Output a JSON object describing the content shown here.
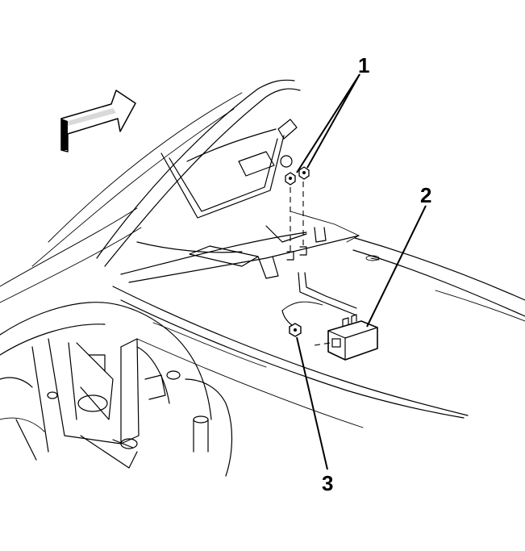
{
  "callouts": {
    "fasteners": {
      "label": "1",
      "icon": "nut-icon"
    },
    "module": {
      "label": "2",
      "icon": "control-module-icon"
    },
    "ground_nut": {
      "label": "3",
      "icon": "nut-icon"
    }
  },
  "direction_arrow": {
    "icon": "forward-arrow-icon"
  },
  "colors": {
    "line": "#000000",
    "background": "#ffffff"
  }
}
